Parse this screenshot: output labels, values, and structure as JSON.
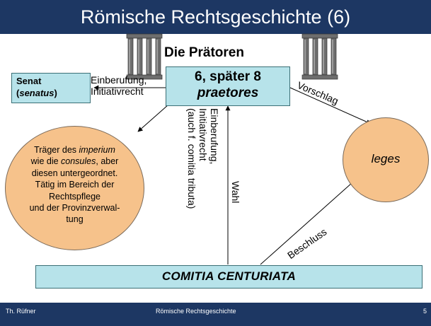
{
  "title": "Römische Rechtsgeschichte (6)",
  "heading": "Die Prätoren",
  "praetor_box": {
    "line1": "6, später 8",
    "line2": "praetores"
  },
  "senat_box": {
    "line1": "Senat",
    "line2_open": "(",
    "line2_italic": "senatus",
    "line2_close": ")"
  },
  "comitia_box": "COMITIA CENTURIATA",
  "ellipse_left": {
    "l1_a": "Träger des ",
    "l1_b": "imperium",
    "l2_a": "wie die ",
    "l2_b": "consules",
    "l2_c": ", aber",
    "l3": "diesen untergeordnet.",
    "l4": "Tätig im Bereich der",
    "l5": "Rechtspflege",
    "l6": "und der Provinzverwal-",
    "l7": "tung"
  },
  "ellipse_right": "leges",
  "labels": {
    "einberufung_senat_1": "Einberufung,",
    "einberufung_senat_2": "Initiativrecht",
    "vorschlag": "Vorschlag",
    "beschluss": "Beschluss",
    "wahl": "Wahl",
    "einberufung_v1": "Einberufung,",
    "einberufung_v2": "Initiativrecht",
    "einberufung_v3": "(auch f. comitia tributa)"
  },
  "footer": {
    "left": "Th. Rüfner",
    "center": "Römische Rechtsgeschichte",
    "page": "5"
  },
  "colors": {
    "title_bar": "#1d3763",
    "box_fill": "#b7e3ea",
    "ellipse_fill": "#f6c28b"
  },
  "decorations": [
    "column-ruins-left",
    "column-ruins-right"
  ]
}
